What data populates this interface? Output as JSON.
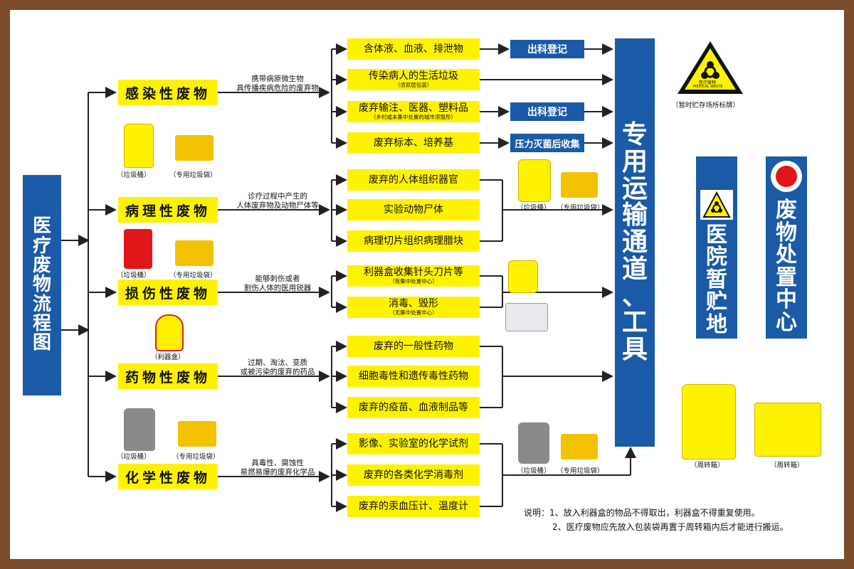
{
  "title_chars": [
    "医",
    "疗",
    "废",
    "物",
    "流",
    "程",
    "图"
  ],
  "transport_chars": [
    "专",
    "用",
    "运",
    "输",
    "通",
    "道",
    "、",
    "工",
    "具"
  ],
  "hospital_store_chars": [
    "医",
    "院",
    "暂",
    "贮",
    "地"
  ],
  "disposal_center_chars": [
    "废",
    "物",
    "处",
    "置",
    "中",
    "心"
  ],
  "categories": [
    {
      "label": "感染性废物",
      "desc": [
        "携带病原微生物",
        "具传播疾病危险的废弃物"
      ]
    },
    {
      "label": "病理性废物",
      "desc": [
        "诊疗过程中产生的",
        "人体废弃物及动物尸体等"
      ]
    },
    {
      "label": "损伤性废物",
      "desc": [
        "能够刺伤或者",
        "割伤人体的医用锐器"
      ]
    },
    {
      "label": "药物性废物",
      "desc": [
        "过期、淘汰、变质",
        "或被污染的废弃的药品"
      ]
    },
    {
      "label": "化学性废物",
      "desc": [
        "具毒性、腐蚀性",
        "易燃易爆的废弃化学品"
      ]
    }
  ],
  "items": [
    {
      "main": "含体液、血液、排泄物",
      "sub": ""
    },
    {
      "main": "传染病人的生活垃圾",
      "sub": "（须双层包装）"
    },
    {
      "main": "废弃输注、医器、塑料品",
      "sub": "（乡村或未集中处置的城市须毁形）"
    },
    {
      "main": "废弃标本、培养基",
      "sub": ""
    },
    {
      "main": "废弃的人体组织器官",
      "sub": ""
    },
    {
      "main": "实验动物尸体",
      "sub": ""
    },
    {
      "main": "病理切片组织病理腊块",
      "sub": ""
    },
    {
      "main": "利器盒收集针头刀片等",
      "sub": "（有集中处置中心）"
    },
    {
      "main": "消毒、毁形",
      "sub": "（无集中处置中心）"
    },
    {
      "main": "废弃的一般性药物",
      "sub": ""
    },
    {
      "main": "细胞毒性和遗传毒性药物",
      "sub": ""
    },
    {
      "main": "废弃的疫苗、血液制品等",
      "sub": ""
    },
    {
      "main": "影像、实验室的化学试剂",
      "sub": ""
    },
    {
      "main": "废弃的各类化学消毒剂",
      "sub": ""
    },
    {
      "main": "废弃的汞血压计、温度计",
      "sub": ""
    }
  ],
  "tags": [
    "出科登记",
    "出科登记",
    "压力灭菌后收集"
  ],
  "captions": {
    "bin": "（垃圾桶）",
    "bag": "（专用垃圾袋）",
    "sharps": "（利器盒）",
    "turnover": "（周转箱）",
    "sign": "（暂时贮存场所标牌）"
  },
  "sign_texts": {
    "medical_waste_cn": "医疗废物",
    "medical_waste_en": "MEDICAL WASTE"
  },
  "notes": [
    "说明：1、放入利器盒的物品不得取出，利器盒不得重复使用。",
    "2、医疗废物应先放入包装袋再置于周转箱内后才能进行搬运。"
  ],
  "colors": {
    "blue": "#1a5aa6",
    "yellow": "#fff200",
    "frame": "#7b4b2b",
    "red_bin": "#e0161b",
    "gray_bin": "#8a8a8a"
  }
}
